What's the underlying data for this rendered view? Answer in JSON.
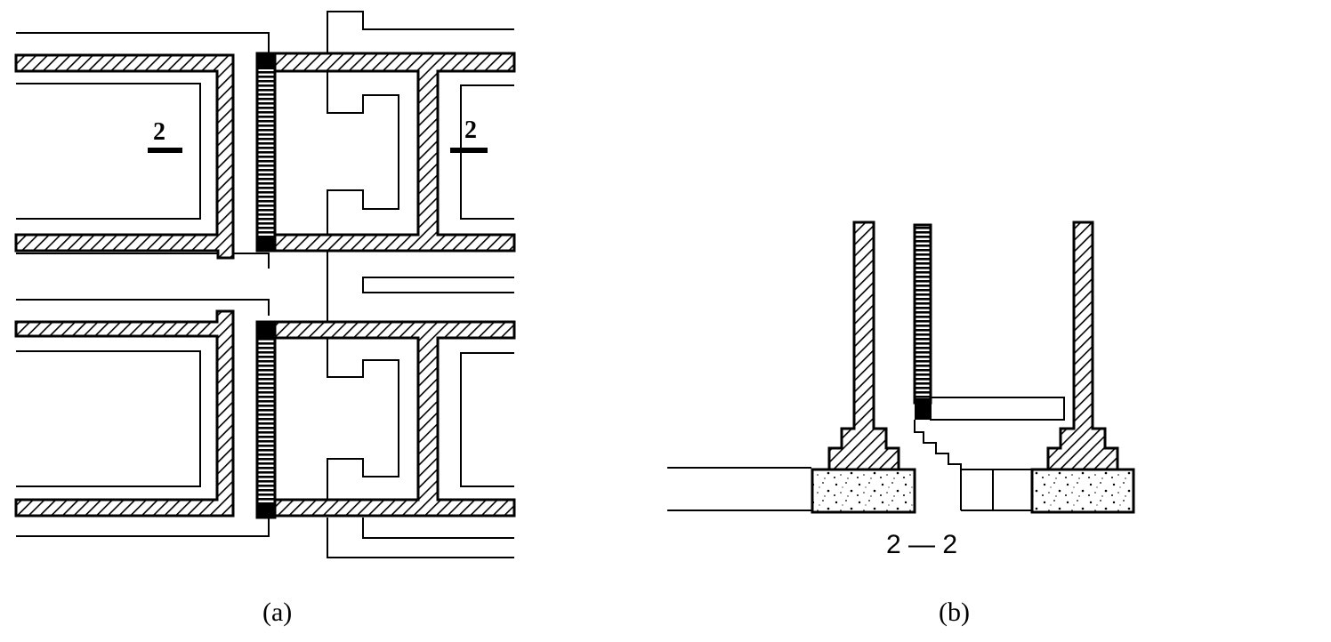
{
  "figure": {
    "panel_a": {
      "caption": "(a)",
      "section_mark_left": "2",
      "section_mark_right": "2"
    },
    "panel_b": {
      "caption": "(b)",
      "section_title": "2 — 2"
    }
  }
}
